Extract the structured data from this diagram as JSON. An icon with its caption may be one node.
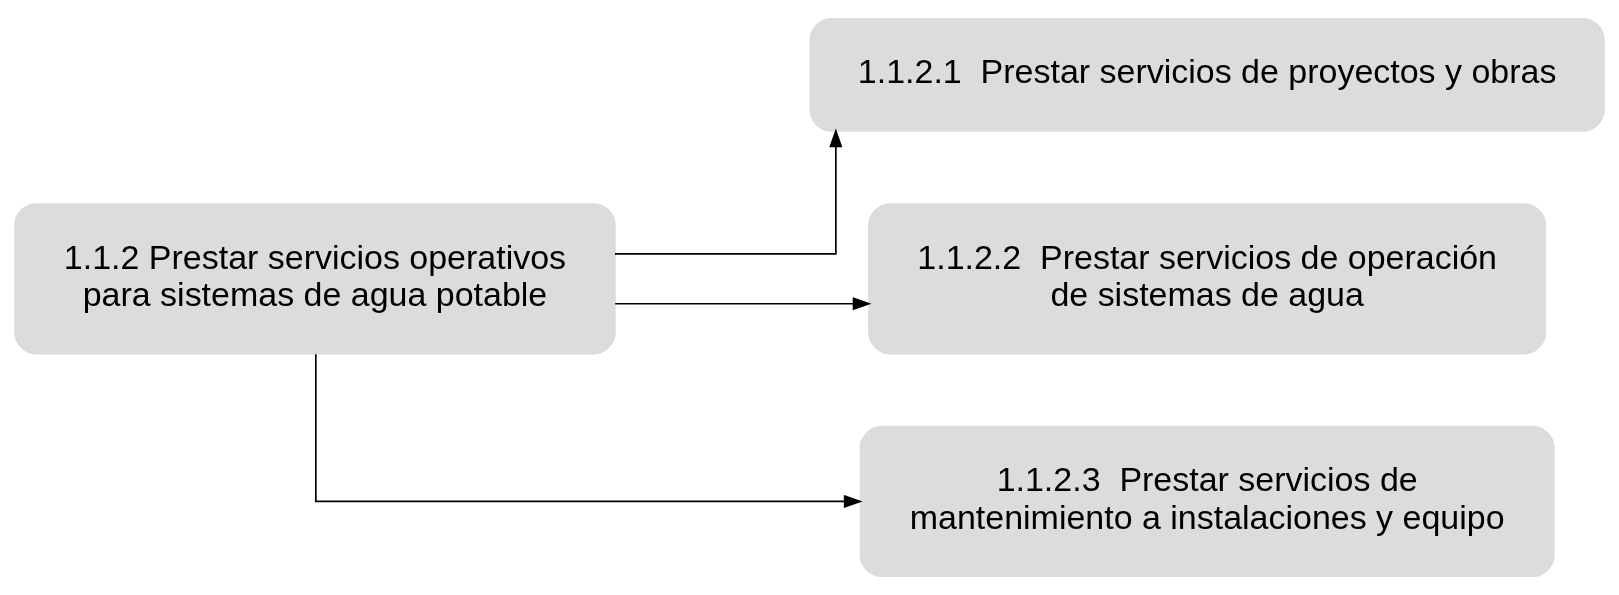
{
  "diagram": {
    "nodes": [
      {
        "text": [
          "1.1.2 Prestar servicios operativos para sistemas de agua potable"
        ]
      },
      {
        "text": [
          "1.1.2.1  Prestar servicios de proyectos y obras"
        ]
      },
      {
        "text": [
          "1.1.2.2  Prestar servicios de operación de sistemas de agua"
        ]
      },
      {
        "text": [
          "1.1.2.3  Prestar servicios de mantenimiento a instalaciones y equipo"
        ]
      }
    ],
    "edges": [
      {
        "from": 0,
        "to": 1,
        "arrow": "to"
      },
      {
        "from": 0,
        "to": 2,
        "arrow": "to"
      },
      {
        "from": 0,
        "to": 3,
        "arrow": "to"
      }
    ]
  }
}
